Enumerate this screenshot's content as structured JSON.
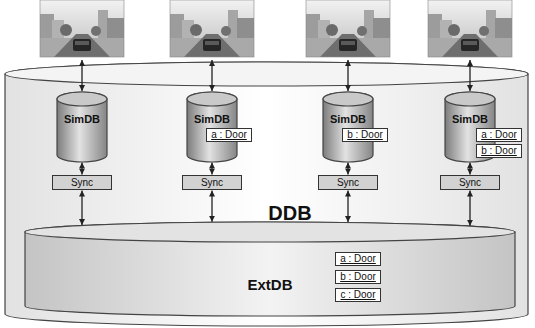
{
  "diagram": {
    "nodes": [
      {
        "text": [
          "DDB"
        ]
      },
      {
        "text": [
          "SimDB"
        ],
        "in": 0
      },
      {
        "text": [
          "SimDB"
        ],
        "in": 0
      },
      {
        "text": [
          "a : Door"
        ],
        "in": 2
      },
      {
        "text": [
          "SimDB"
        ],
        "in": 0
      },
      {
        "text": [
          "b : Door"
        ],
        "in": 4
      },
      {
        "text": [
          "SimDB"
        ],
        "in": 0
      },
      {
        "text": [
          "a : Door"
        ],
        "in": 6
      },
      {
        "text": [
          "b : Door"
        ],
        "in": 6
      },
      {
        "text": [
          "Sync"
        ],
        "in": 0
      },
      {
        "text": [
          "Sync"
        ],
        "in": 0
      },
      {
        "text": [
          "Sync"
        ],
        "in": 0
      },
      {
        "text": [
          "Sync"
        ],
        "in": 0
      },
      {
        "text": [
          "ExtDB"
        ],
        "in": 0
      },
      {
        "text": [
          "a : Door"
        ],
        "in": 13
      },
      {
        "text": [
          "b : Door"
        ],
        "in": 13
      },
      {
        "text": [
          "c : Door"
        ],
        "in": 13
      }
    ],
    "edges": [
      {
        "from": 1,
        "to": 9,
        "arrow": "both"
      },
      {
        "from": 2,
        "to": 10,
        "arrow": "both"
      },
      {
        "from": 4,
        "to": 11,
        "arrow": "both"
      },
      {
        "from": 6,
        "to": 12,
        "arrow": "both"
      },
      {
        "from": 9,
        "to": 13,
        "arrow": "both"
      },
      {
        "from": 10,
        "to": 13,
        "arrow": "both"
      },
      {
        "from": 11,
        "to": 13,
        "arrow": "both"
      },
      {
        "from": 12,
        "to": 13,
        "arrow": "both"
      }
    ]
  }
}
